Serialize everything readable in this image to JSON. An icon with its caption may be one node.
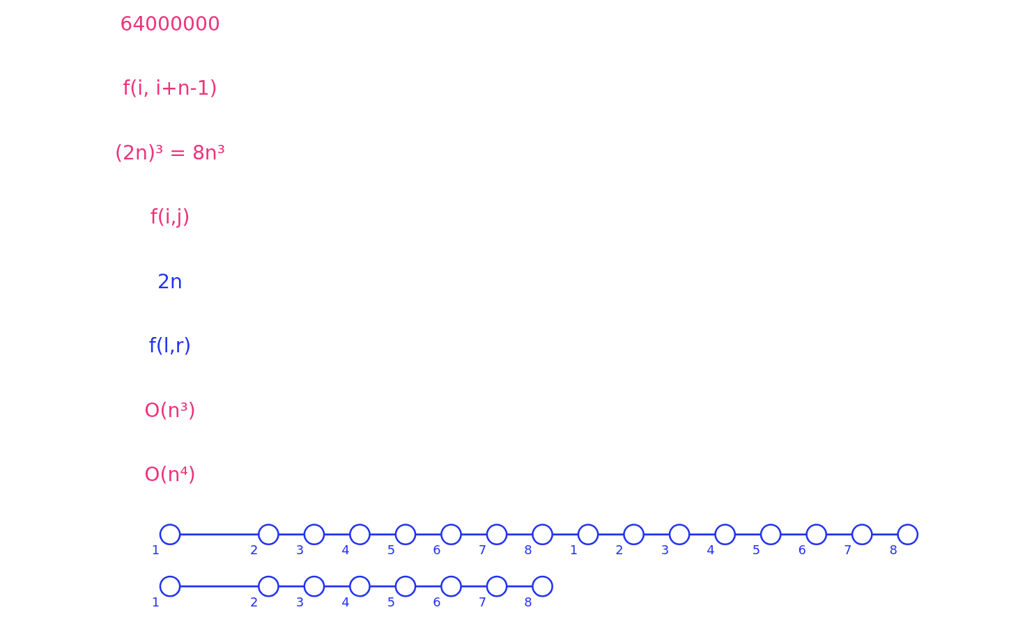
{
  "diagram": {
    "nodes": [
      {
        "text": [],
        "shape": "circle",
        "beside": [
          "1"
        ]
      },
      {
        "text": [],
        "shape": "circle",
        "beside": [
          "2"
        ]
      },
      {
        "text": [],
        "shape": "circle",
        "beside": [
          "3"
        ]
      },
      {
        "text": [],
        "shape": "circle",
        "beside": [
          "4"
        ]
      },
      {
        "text": [],
        "shape": "circle",
        "beside": [
          "5"
        ]
      },
      {
        "text": [],
        "shape": "circle",
        "beside": [
          "6"
        ]
      },
      {
        "text": [],
        "shape": "circle",
        "beside": [
          "7"
        ]
      },
      {
        "text": [],
        "shape": "circle",
        "beside": [
          "8"
        ]
      },
      {
        "text": [],
        "shape": "circle",
        "beside": [
          "1"
        ]
      },
      {
        "text": [],
        "shape": "circle",
        "beside": [
          "2"
        ]
      },
      {
        "text": [],
        "shape": "circle",
        "beside": [
          "3"
        ]
      },
      {
        "text": [],
        "shape": "circle",
        "beside": [
          "4"
        ]
      },
      {
        "text": [],
        "shape": "circle",
        "beside": [
          "5"
        ]
      },
      {
        "text": [],
        "shape": "circle",
        "beside": [
          "6"
        ]
      },
      {
        "text": [],
        "shape": "circle",
        "beside": [
          "7"
        ]
      },
      {
        "text": [],
        "shape": "circle",
        "beside": [
          "8"
        ]
      },
      {
        "text": [],
        "shape": "circle",
        "beside": [
          "1"
        ]
      },
      {
        "text": [],
        "shape": "circle",
        "beside": [
          "2"
        ]
      },
      {
        "text": [],
        "shape": "circle",
        "beside": [
          "3"
        ]
      },
      {
        "text": [],
        "shape": "circle",
        "beside": [
          "4"
        ]
      },
      {
        "text": [],
        "shape": "circle",
        "beside": [
          "5"
        ]
      },
      {
        "text": [],
        "shape": "circle",
        "beside": [
          "6"
        ]
      },
      {
        "text": [],
        "shape": "circle",
        "beside": [
          "7"
        ]
      },
      {
        "text": [],
        "shape": "circle",
        "beside": [
          "8"
        ]
      }
    ],
    "edges": [
      {
        "from": 0,
        "to": 1,
        "arrow": "none"
      },
      {
        "from": 1,
        "to": 2,
        "arrow": "none"
      },
      {
        "from": 2,
        "to": 3,
        "arrow": "none"
      },
      {
        "from": 3,
        "to": 4,
        "arrow": "none"
      },
      {
        "from": 4,
        "to": 5,
        "arrow": "none"
      },
      {
        "from": 5,
        "to": 6,
        "arrow": "none"
      },
      {
        "from": 6,
        "to": 7,
        "arrow": "none"
      },
      {
        "from": 8,
        "to": 9,
        "arrow": "none"
      },
      {
        "from": 9,
        "to": 10,
        "arrow": "none"
      },
      {
        "from": 10,
        "to": 11,
        "arrow": "none"
      },
      {
        "from": 11,
        "to": 12,
        "arrow": "none"
      },
      {
        "from": 12,
        "to": 13,
        "arrow": "none"
      },
      {
        "from": 13,
        "to": 14,
        "arrow": "none"
      },
      {
        "from": 14,
        "to": 15,
        "arrow": "none"
      },
      {
        "from": 15,
        "to": 16,
        "arrow": "none"
      },
      {
        "from": 16,
        "to": 17,
        "arrow": "none"
      },
      {
        "from": 17,
        "to": 18,
        "arrow": "none"
      },
      {
        "from": 18,
        "to": 19,
        "arrow": "none"
      },
      {
        "from": 19,
        "to": 20,
        "arrow": "none"
      },
      {
        "from": 20,
        "to": 21,
        "arrow": "none"
      },
      {
        "from": 21,
        "to": 22,
        "arrow": "none"
      },
      {
        "from": 22,
        "to": 23,
        "arrow": "none"
      }
    ],
    "labels": [
      "O(n⁴)",
      "O(n³)",
      "f(l,r)",
      "2n",
      "f(i,j)",
      "(2n)³ = 8n³",
      "f(i, i+n-1)",
      "64000000"
    ]
  }
}
